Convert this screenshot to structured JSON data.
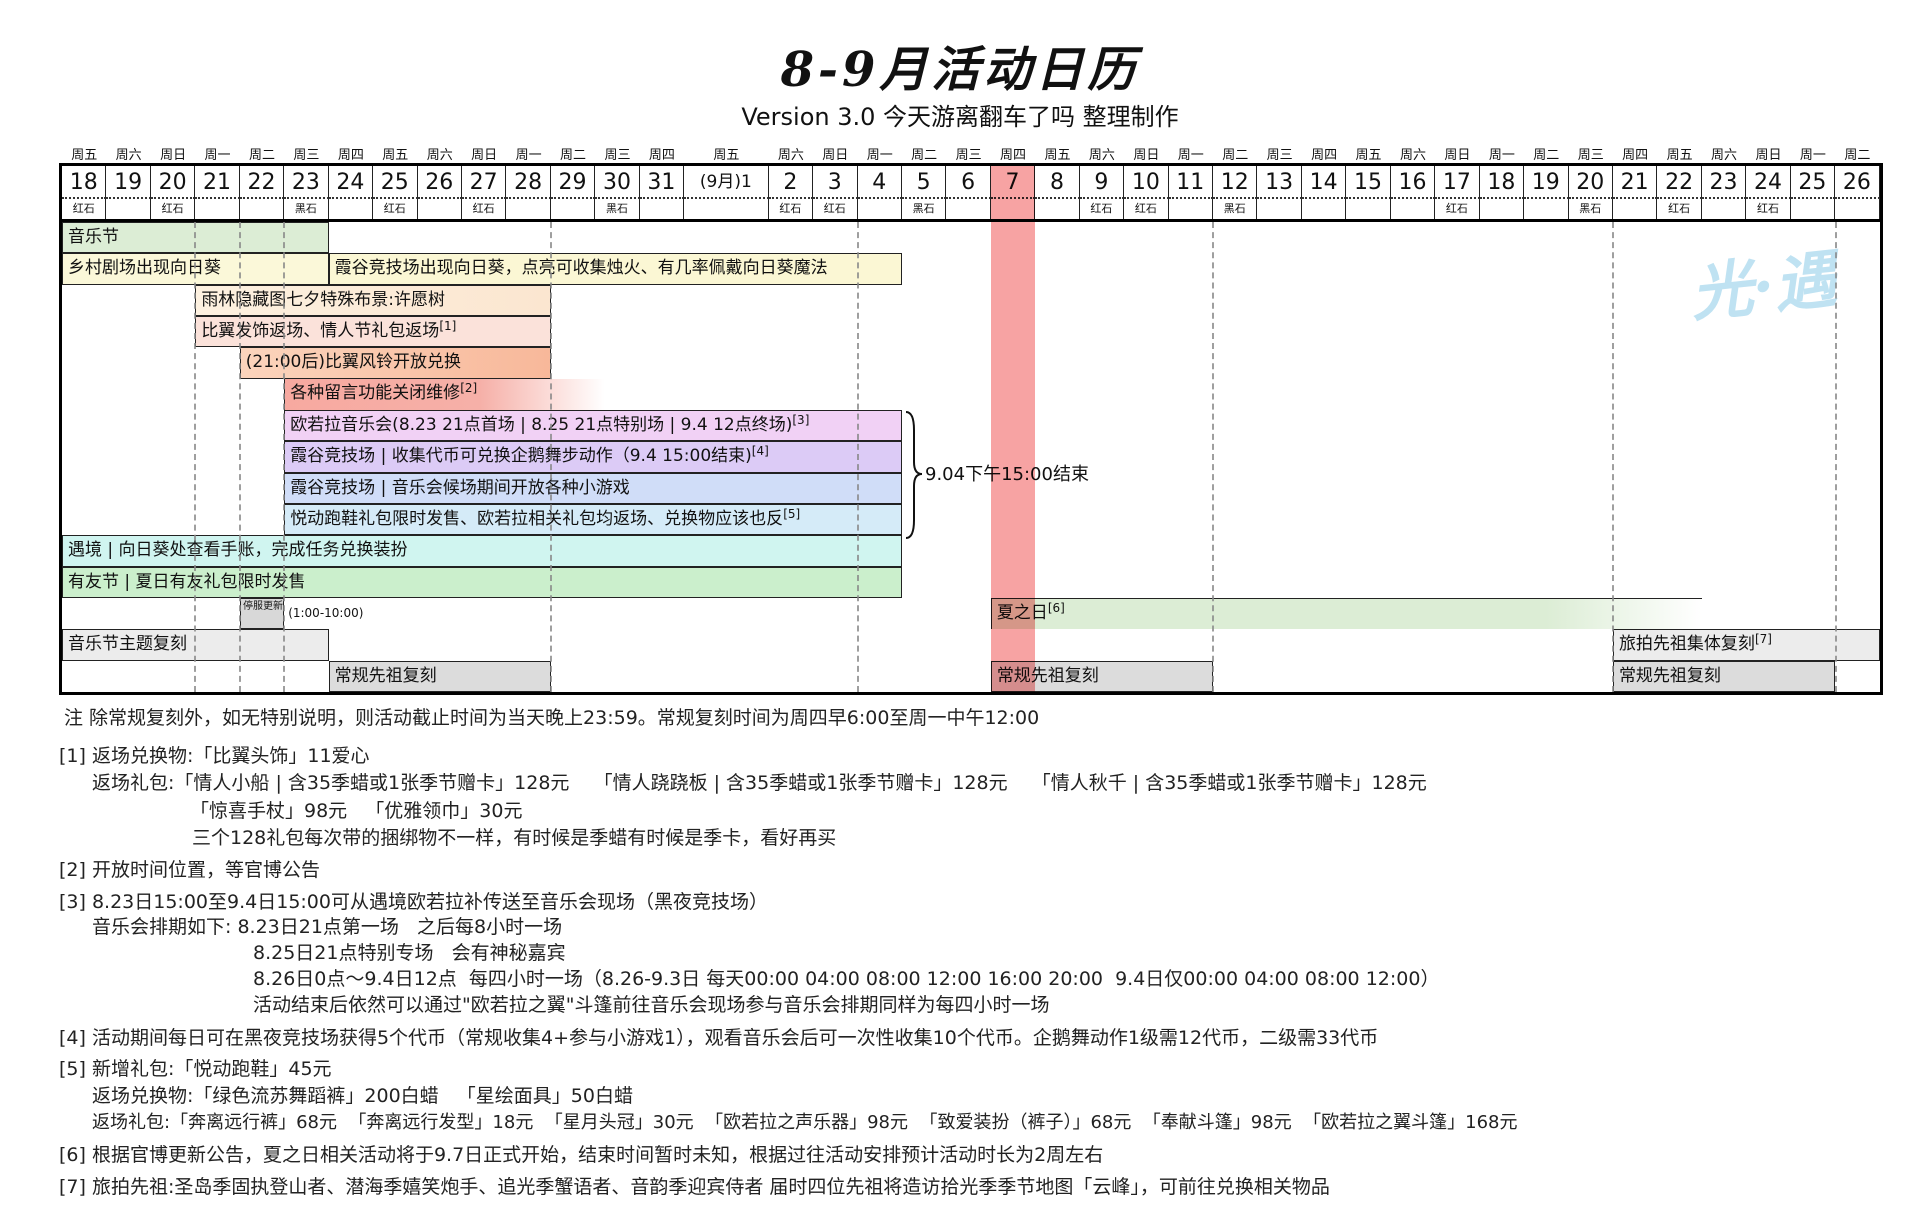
{
  "title": "8-9月活动日历",
  "subtitle": "Version 3.0  今天游离翻车了吗 整理制作",
  "watermark": "光·遇",
  "days": [
    {
      "wd": "周五",
      "d": "18",
      "s": "红石"
    },
    {
      "wd": "周六",
      "d": "19",
      "s": ""
    },
    {
      "wd": "周日",
      "d": "20",
      "s": "红石"
    },
    {
      "wd": "周一",
      "d": "21",
      "s": ""
    },
    {
      "wd": "周二",
      "d": "22",
      "s": ""
    },
    {
      "wd": "周三",
      "d": "23",
      "s": "黑石"
    },
    {
      "wd": "周四",
      "d": "24",
      "s": ""
    },
    {
      "wd": "周五",
      "d": "25",
      "s": "红石"
    },
    {
      "wd": "周六",
      "d": "26",
      "s": ""
    },
    {
      "wd": "周日",
      "d": "27",
      "s": "红石"
    },
    {
      "wd": "周一",
      "d": "28",
      "s": ""
    },
    {
      "wd": "周二",
      "d": "29",
      "s": ""
    },
    {
      "wd": "周三",
      "d": "30",
      "s": "黑石"
    },
    {
      "wd": "周四",
      "d": "31",
      "s": ""
    },
    {
      "wd": "周五",
      "d": "(9月)1",
      "s": ""
    },
    {
      "wd": "周六",
      "d": "2",
      "s": "红石"
    },
    {
      "wd": "周日",
      "d": "3",
      "s": "红石"
    },
    {
      "wd": "周一",
      "d": "4",
      "s": ""
    },
    {
      "wd": "周二",
      "d": "5",
      "s": "黑石"
    },
    {
      "wd": "周三",
      "d": "6",
      "s": ""
    },
    {
      "wd": "周四",
      "d": "7",
      "s": ""
    },
    {
      "wd": "周五",
      "d": "8",
      "s": ""
    },
    {
      "wd": "周六",
      "d": "9",
      "s": "红石"
    },
    {
      "wd": "周日",
      "d": "10",
      "s": "红石"
    },
    {
      "wd": "周一",
      "d": "11",
      "s": ""
    },
    {
      "wd": "周二",
      "d": "12",
      "s": "黑石"
    },
    {
      "wd": "周三",
      "d": "13",
      "s": ""
    },
    {
      "wd": "周四",
      "d": "14",
      "s": ""
    },
    {
      "wd": "周五",
      "d": "15",
      "s": ""
    },
    {
      "wd": "周六",
      "d": "16",
      "s": ""
    },
    {
      "wd": "周日",
      "d": "17",
      "s": "红石"
    },
    {
      "wd": "周一",
      "d": "18",
      "s": ""
    },
    {
      "wd": "周二",
      "d": "19",
      "s": ""
    },
    {
      "wd": "周三",
      "d": "20",
      "s": "黑石"
    },
    {
      "wd": "周四",
      "d": "21",
      "s": ""
    },
    {
      "wd": "周五",
      "d": "22",
      "s": "红石"
    },
    {
      "wd": "周六",
      "d": "23",
      "s": ""
    },
    {
      "wd": "周日",
      "d": "24",
      "s": "红石"
    },
    {
      "wd": "周一",
      "d": "25",
      "s": ""
    },
    {
      "wd": "周二",
      "d": "26",
      "s": ""
    }
  ],
  "events": {
    "music_fest": {
      "label": "音乐节"
    },
    "village_sunflower": {
      "label": "乡村剧场出现向日葵"
    },
    "valley_sunflower": {
      "label": "霞谷竞技场出现向日葵，点亮可收集烛火、有几率佩戴向日葵魔法"
    },
    "rainforest": {
      "label": "雨林隐藏图七夕特殊布景:许愿树"
    },
    "wing_return": {
      "label": "比翼发饰返场、情人节礼包返场",
      "ref": "[1]"
    },
    "wind_chime": {
      "label": "(21:00后)比翼风铃开放兑换"
    },
    "message_off": {
      "label": "各种留言功能关闭维修",
      "ref": "[2]"
    },
    "aurora_concert": {
      "label": "欧若拉音乐会(8.23 21点首场 | 8.25 21点特别场 | 9.4 12点终场)",
      "ref": "[3]"
    },
    "penguin_dance": {
      "label": "霞谷竞技场 | 收集代币可兑换企鹅舞步动作（9.4 15:00结束)",
      "ref": "[4]"
    },
    "mini_games": {
      "label": "霞谷竞技场 | 音乐会候场期间开放各种小游戏"
    },
    "running_shoes": {
      "label": "悦动跑鞋礼包限时发售、欧若拉相关礼包均返场、兑换物应该也反",
      "ref": "[5]"
    },
    "isle": {
      "label": "遇境 | 向日葵处查看手账，完成任务兑换装扮"
    },
    "friend_fest": {
      "label": "有友节 | 夏日有友礼包限时发售"
    },
    "maintenance": {
      "label": "停服更新",
      "time": "(1:00-10:00)"
    },
    "summer_day": {
      "label": "夏之日",
      "ref": "[6]"
    },
    "music_rerun": {
      "label": "音乐节主题复刻"
    },
    "travel_spirits": {
      "label": "旅拍先祖集体复刻",
      "ref": "[7]"
    },
    "regular_rerun": {
      "label": "常规先祖复刻"
    }
  },
  "brace_label": "9.04下午15:00结束",
  "notes": [
    "注 除常规复刻外，如无特别说明，则活动截止时间为当天晚上23:59。常规复刻时间为周四早6:00至周一中午12:00",
    "[1] 返场兑换物:「比翼头饰」11爱心",
    "返场礼包:「情人小船 | 含35季蜡或1张季节赠卡」128元    「情人跷跷板 | 含35季蜡或1张季节赠卡」128元    「情人秋千 | 含35季蜡或1张季节赠卡」128元",
    "「惊喜手杖」98元   「优雅领巾」30元",
    "三个128礼包每次带的捆绑物不一样，有时候是季蜡有时候是季卡，看好再买",
    "[2] 开放时间位置，等官博公告",
    "[3] 8.23日15:00至9.4日15:00可从遇境欧若拉补传送至音乐会现场（黑夜竞技场）",
    "音乐会排期如下: 8.23日21点第一场   之后每8小时一场",
    "8.25日21点特别专场   会有神秘嘉宾",
    "8.26日0点～9.4日12点  每四小时一场（8.26-9.3日 每天00:00 04:00 08:00 12:00 16:00 20:00  9.4日仅00:00 04:00 08:00 12:00）",
    "活动结束后依然可以通过\"欧若拉之翼\"斗篷前往音乐会现场参与音乐会排期同样为每四小时一场",
    "[4] 活动期间每日可在黑夜竞技场获得5个代币（常规收集4+参与小游戏1），观看音乐会后可一次性收集10个代币。企鹅舞动作1级需12代币，二级需33代币",
    "[5] 新增礼包:「悦动跑鞋」45元",
    "返场兑换物:「绿色流苏舞蹈裤」200白蜡   「星绘面具」50白蜡",
    "返场礼包:「奔离远行裤」68元  「奔离远行发型」18元  「星月头冠」30元  「欧若拉之声乐器」98元  「致爱装扮（裤子）」68元  「奉献斗篷」98元  「欧若拉之翼斗篷」168元",
    "[6] 根据官博更新公告，夏之日相关活动将于9.7日正式开始，结束时间暂时未知，根据过往活动安排预计活动时长为2周左右",
    "[7] 旅拍先祖:圣岛季固执登山者、潜海季嬉笑炮手、追光季蟹语者、音韵季迎宾侍者 届时四位先祖将造访拾光季季节地图「云峰」，可前往兑换相关物品"
  ]
}
